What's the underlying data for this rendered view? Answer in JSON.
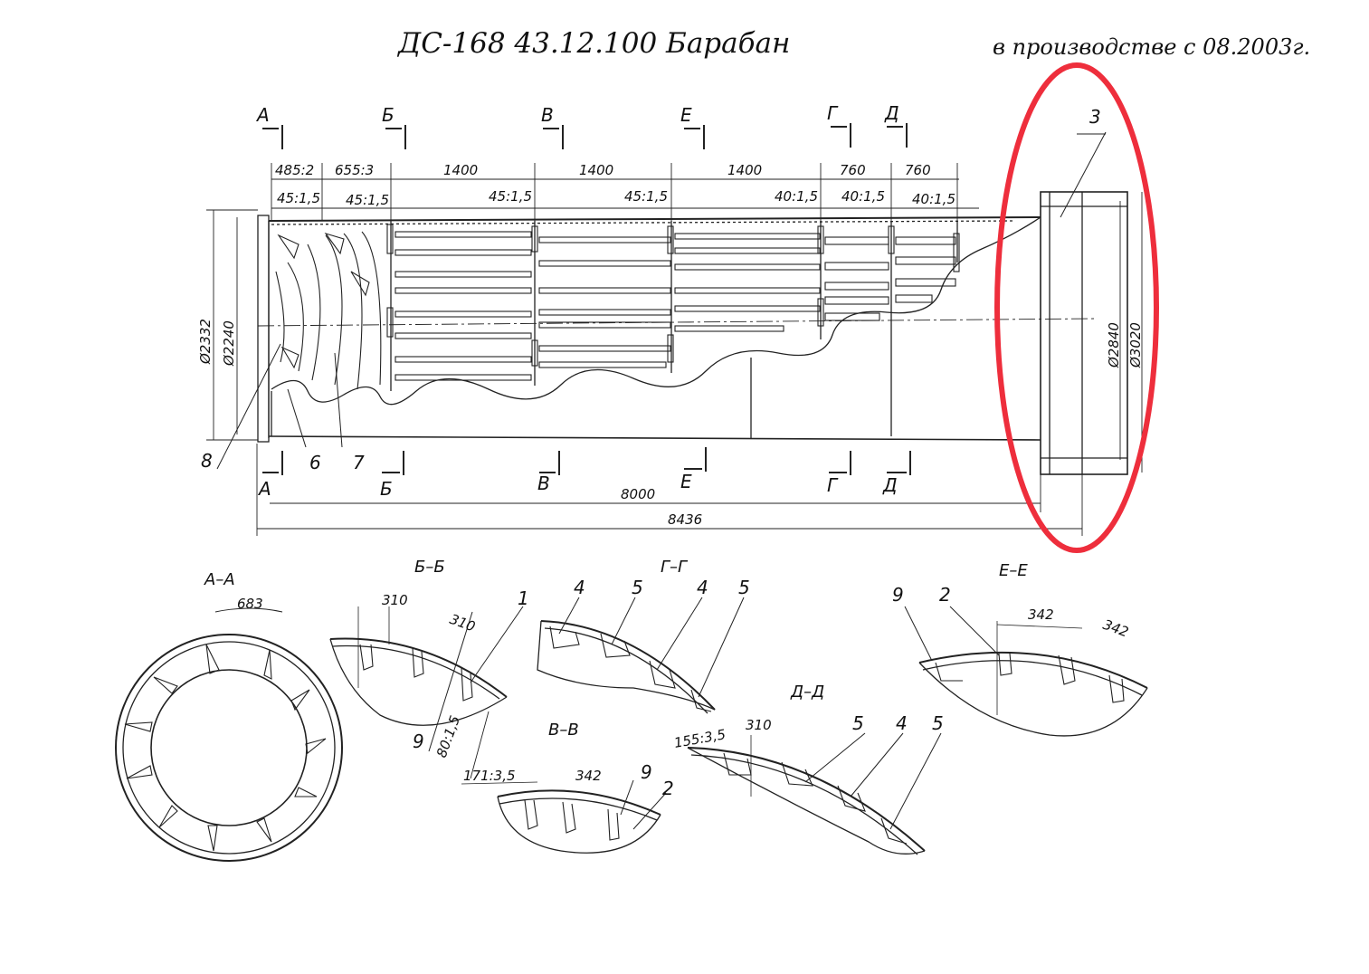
{
  "title": "ДС-168 43.12.100 Барабан",
  "status": "в производстве с 08.2003г.",
  "highlight_color": "#ee2e3c",
  "section_marks": {
    "A": "А",
    "B": "Б",
    "V": "В",
    "E": "Е",
    "G": "Г",
    "D": "Д"
  },
  "top_dims": [
    "485:2",
    "655:3",
    "1400",
    "1400",
    "1400",
    "760",
    "760"
  ],
  "sub_dims": [
    "45:1,5",
    "45:1,5",
    "45:1,5",
    "45:1,5",
    "40:1,5",
    "40:1,5",
    "40:1,5"
  ],
  "diameters": {
    "d2332": "Ø2332",
    "d2240": "Ø2240",
    "d2840": "Ø2840",
    "d3020": "Ø3020"
  },
  "overall": {
    "len8000": "8000",
    "len8436": "8436"
  },
  "parts": {
    "p1": "1",
    "p2": "2",
    "p3": "3",
    "p4": "4",
    "p5": "5",
    "p6": "6",
    "p7": "7",
    "p8": "8",
    "p9": "9"
  },
  "sections": {
    "aa": {
      "name": "А–А",
      "arc": "683"
    },
    "bb": {
      "name": "Б–Б",
      "arc1": "310",
      "arc2": "310",
      "dim": "80:1,5"
    },
    "vv": {
      "name": "В–В",
      "dim": "171:3,5",
      "arc": "342"
    },
    "gg": {
      "name": "Г–Г"
    },
    "dd": {
      "name": "Д–Д",
      "dim": "155:3,5",
      "arc": "310"
    },
    "ee": {
      "name": "Е–Е",
      "arc1": "342",
      "arc2": "342"
    }
  }
}
